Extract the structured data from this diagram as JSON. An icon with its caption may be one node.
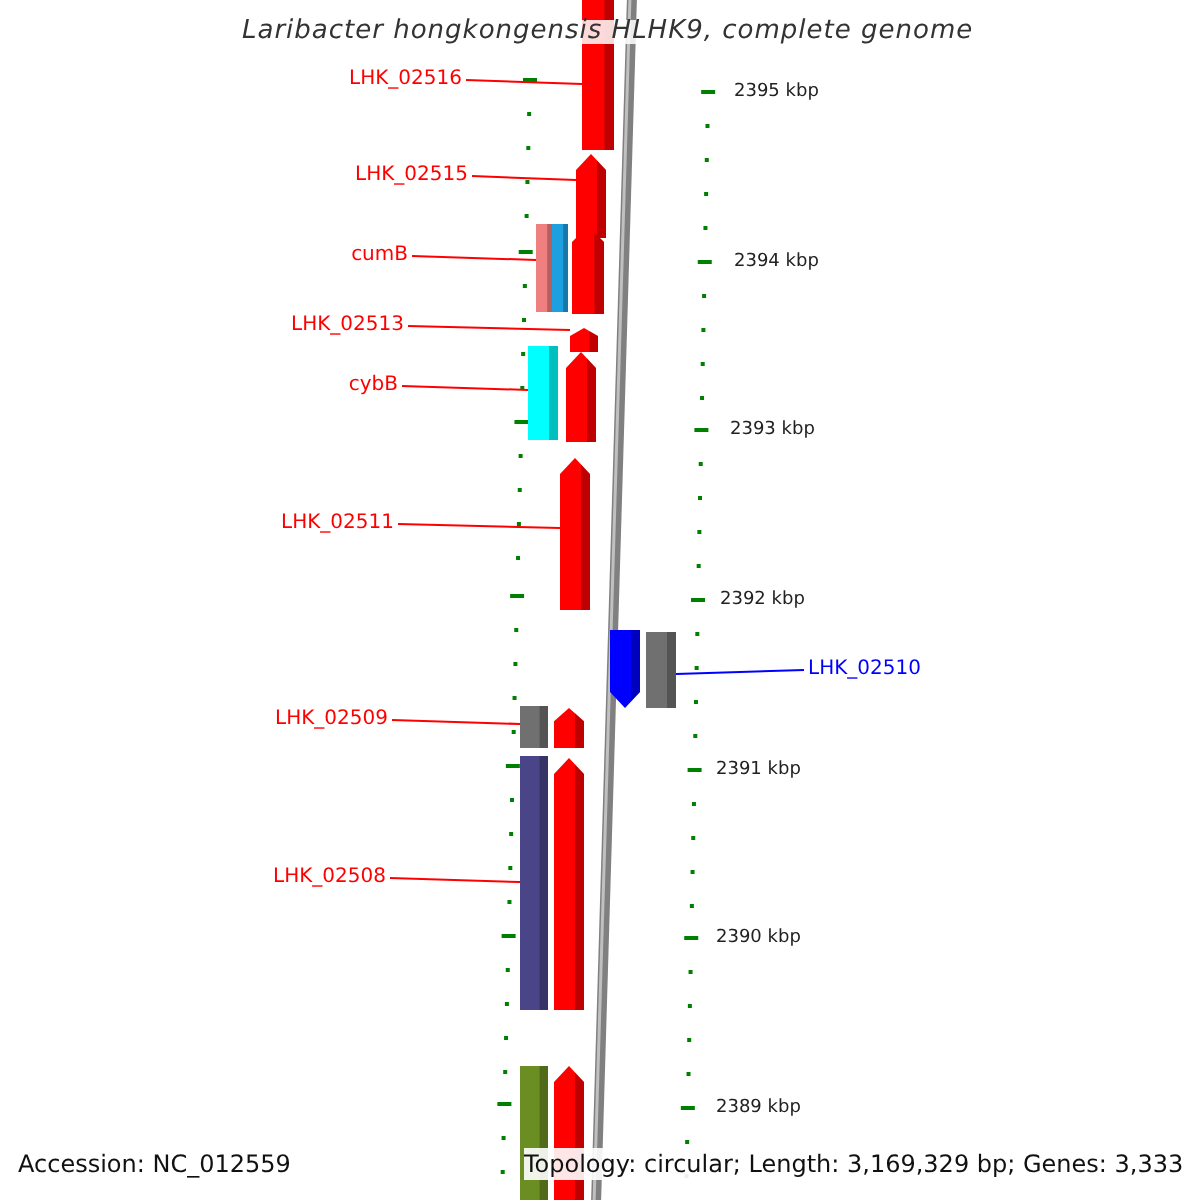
{
  "diagram": {
    "title": "Laribacter hongkongensis HLHK9, complete genome",
    "nodes": [
      {
        "text": [
          "LHK_02516"
        ]
      },
      {
        "text": [],
        "shape": "bar"
      },
      {
        "text": [
          "LHK_02515"
        ]
      },
      {
        "text": [],
        "shape": "pentagon"
      },
      {
        "text": [],
        "shape": "pentagon"
      },
      {
        "text": [],
        "shape": "box"
      },
      {
        "text": [],
        "shape": "box"
      },
      {
        "text": [
          "cumB"
        ]
      },
      {
        "text": [
          "LHK_02513"
        ]
      },
      {
        "text": [],
        "shape": "pentagon"
      },
      {
        "text": [
          "cybB"
        ]
      },
      {
        "text": [],
        "shape": "pentagon"
      },
      {
        "text": [],
        "shape": "box"
      },
      {
        "text": [
          "LHK_02511"
        ]
      },
      {
        "text": [],
        "shape": "pentagon"
      },
      {
        "text": [
          "LHK_02509"
        ]
      },
      {
        "text": [],
        "shape": "pentagon"
      },
      {
        "text": [],
        "shape": "box"
      },
      {
        "text": [
          "LHK_02508"
        ]
      },
      {
        "text": [],
        "shape": "pentagon"
      },
      {
        "text": [],
        "shape": "box"
      },
      {
        "text": [],
        "shape": "pentagon"
      },
      {
        "text": [],
        "shape": "box"
      },
      {
        "text": [
          "LHK_02510"
        ]
      },
      {
        "text": [],
        "shape": "pentagon"
      },
      {
        "text": [],
        "shape": "box"
      }
    ],
    "edges": [
      {
        "from": 0,
        "to": 1,
        "arrow": "none"
      },
      {
        "from": 2,
        "to": 3,
        "arrow": "none"
      },
      {
        "from": 7,
        "to": 5,
        "arrow": "none"
      },
      {
        "from": 8,
        "to": 9,
        "arrow": "none"
      },
      {
        "from": 10,
        "to": 12,
        "arrow": "none"
      },
      {
        "from": 13,
        "to": 14,
        "arrow": "none"
      },
      {
        "from": 15,
        "to": 17,
        "arrow": "none"
      },
      {
        "from": 18,
        "to": 20,
        "arrow": "none"
      },
      {
        "from": 23,
        "to": 25,
        "arrow": "none",
        "color": "#0000ff"
      }
    ],
    "labels": [
      "2395 kbp",
      "2394 kbp",
      "2393 kbp",
      "2392 kbp",
      "2391 kbp",
      "2390 kbp",
      "2389 kbp",
      "Accession: NC_012559",
      "Topology: circular; Length: 3,169,329 bp; Genes: 3,333"
    ]
  }
}
